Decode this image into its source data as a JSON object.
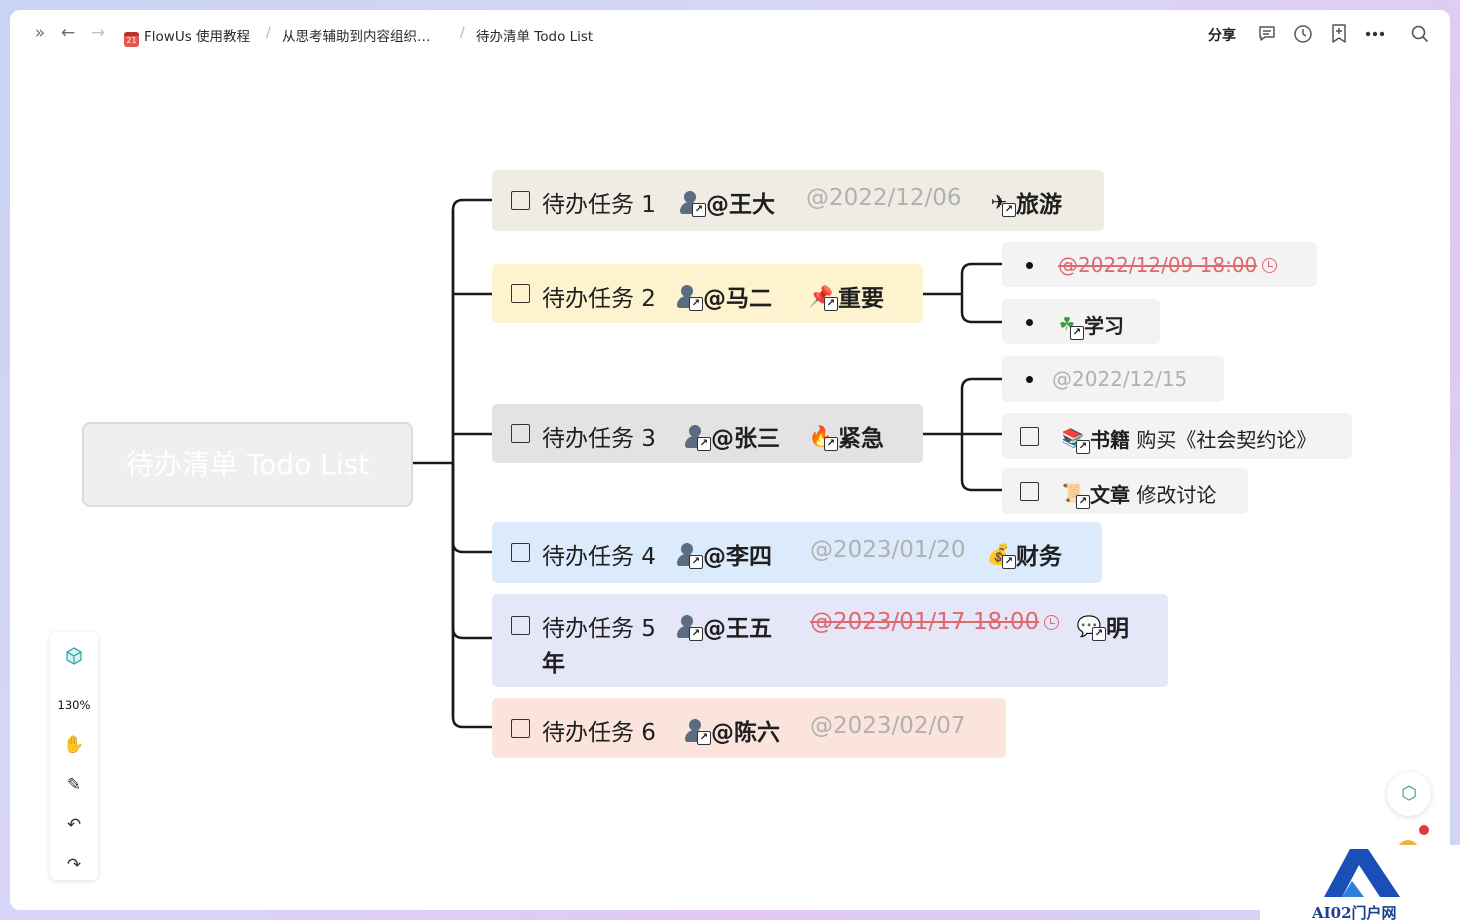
{
  "topbar": {
    "breadcrumbs": [
      "FlowUs 使用教程",
      "从思考辅助到内容组织…",
      "待办清单 Todo List"
    ],
    "calendar_icon_text": "21",
    "share_label": "分享"
  },
  "mindmap": {
    "root": "待办清单 Todo List",
    "tasks": [
      {
        "title": "待办任务 1",
        "assignee": "@王大",
        "date": "@2022/12/06",
        "tag": "旅游",
        "tag_icon": "airplane-icon",
        "bg": "#efece3"
      },
      {
        "title": "待办任务 2",
        "assignee": "@马二",
        "tag": "重要",
        "tag_icon": "pushpin-icon",
        "bg": "#fdf3cf"
      },
      {
        "title": "待办任务 3",
        "assignee": "@张三",
        "tag": "紧急",
        "tag_icon": "fire-icon",
        "bg": "#e3e3e3"
      },
      {
        "title": "待办任务 4",
        "assignee": "@李四",
        "date": "@2023/01/20",
        "tag": "财务",
        "tag_icon": "money-bag-icon",
        "bg": "#dcebfb"
      },
      {
        "title": "待办任务 5",
        "assignee": "@王五",
        "date": "@2023/01/17 18:00",
        "tag": "明",
        "tag_cont": "年",
        "tag_icon": "speech-bubble-icon",
        "bg": "#e6e6f9"
      },
      {
        "title": "待办任务 6",
        "assignee": "@陈六",
        "date": "@2023/02/07",
        "bg": "#fbe4dc"
      }
    ],
    "task2_children": [
      {
        "type": "bullet",
        "date": "@2022/12/09 18:00"
      },
      {
        "type": "bullet",
        "tag": "学习",
        "tag_icon": "shamrock-icon"
      }
    ],
    "task3_children": [
      {
        "type": "bullet",
        "date": "@2022/12/15"
      },
      {
        "type": "todo",
        "tag": "书籍",
        "text": "购买《社会契约论》",
        "tag_icon": "books-icon"
      },
      {
        "type": "todo",
        "tag": "文章",
        "text": "修改讨论",
        "tag_icon": "scroll-icon"
      }
    ]
  },
  "toolbar": {
    "zoom": "130%"
  },
  "watermark": "AI02门户网",
  "colors": {
    "strike_date": "#e0696f",
    "grey_date": "#b0b0b0",
    "connector": "#1a1a1a"
  }
}
